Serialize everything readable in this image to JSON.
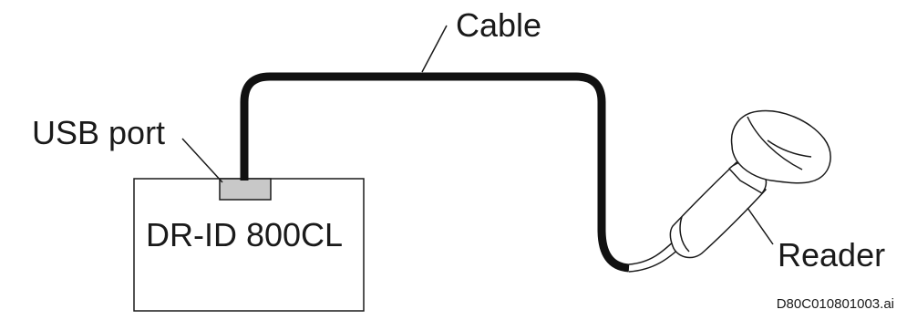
{
  "labels": {
    "cable": "Cable",
    "usb_port": "USB port",
    "device": "DR-ID 800CL",
    "reader": "Reader"
  },
  "file_id": "D80C010801003.ai",
  "colors": {
    "stroke": "#1a1a1a",
    "cable": "#111111",
    "port_fill": "#c8c8c8",
    "background": "#ffffff"
  }
}
